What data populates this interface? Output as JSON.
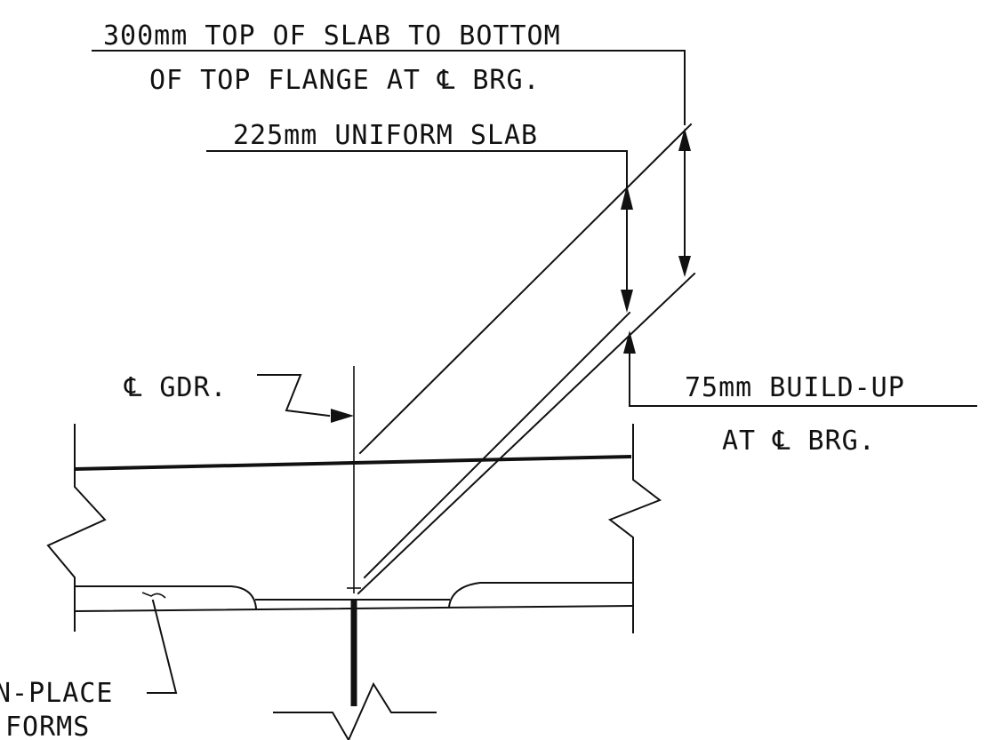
{
  "labels": {
    "top_dim_line1": "300mm TOP OF SLAB TO BOTTOM",
    "top_dim_line2": "OF TOP FLANGE AT ℄ BRG.",
    "uniform_slab": "225mm UNIFORM SLAB",
    "centerline_girder": "℄ GDR.",
    "buildup_line1": "75mm BUILD-UP",
    "buildup_line2": "AT ℄ BRG.",
    "forms_line1": "N-PLACE",
    "forms_line2": "FORMS"
  },
  "colors": {
    "ink": "#111111",
    "paper": "#ffffff"
  }
}
